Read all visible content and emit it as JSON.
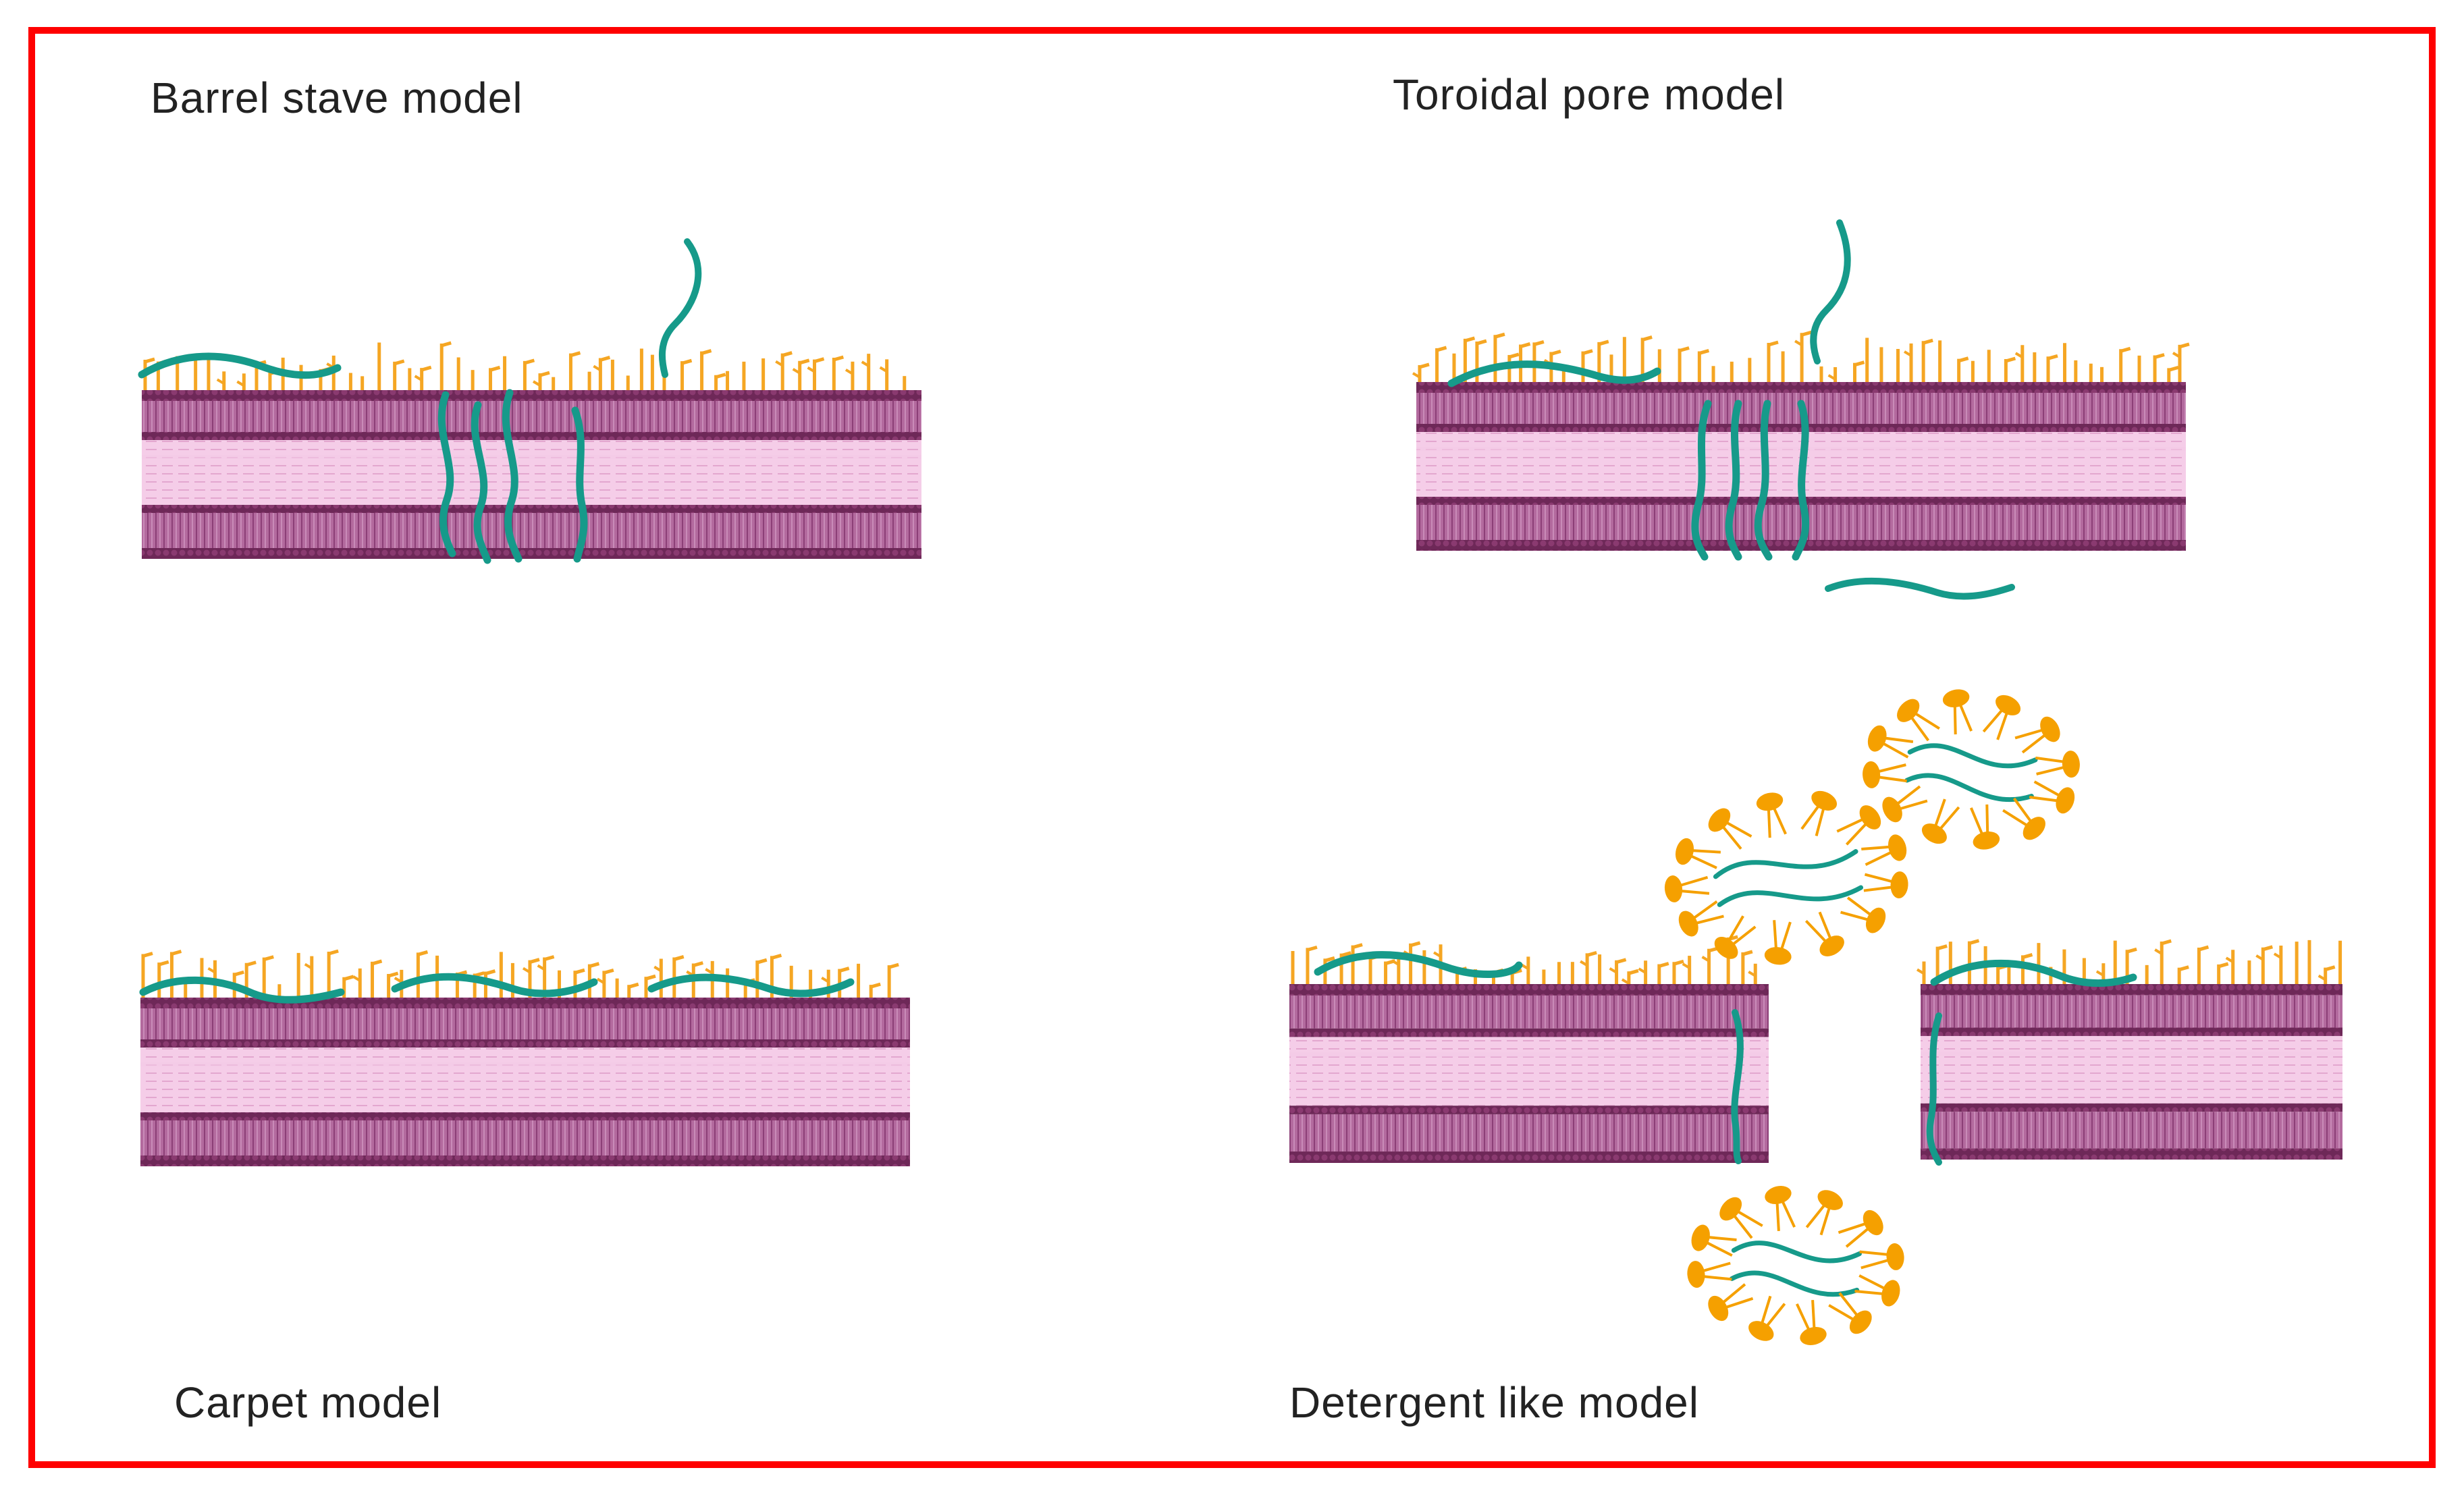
{
  "colors": {
    "frame": "#ff0000",
    "peptide": "#169a8a",
    "lipid_head_dark": "#7a2e62",
    "membrane_tail_band": "#a85b93",
    "membrane_core": "#f3c9e6",
    "lipid_orange": "#f5a623",
    "micelle_lipid": "#f5a000"
  },
  "panels": [
    {
      "id": "barrel-stave",
      "title": "Barrel stave model"
    },
    {
      "id": "toroidal-pore",
      "title": "Toroidal pore model"
    },
    {
      "id": "carpet",
      "title": "Carpet model"
    },
    {
      "id": "detergent-like",
      "title": "Detergent like model"
    }
  ]
}
